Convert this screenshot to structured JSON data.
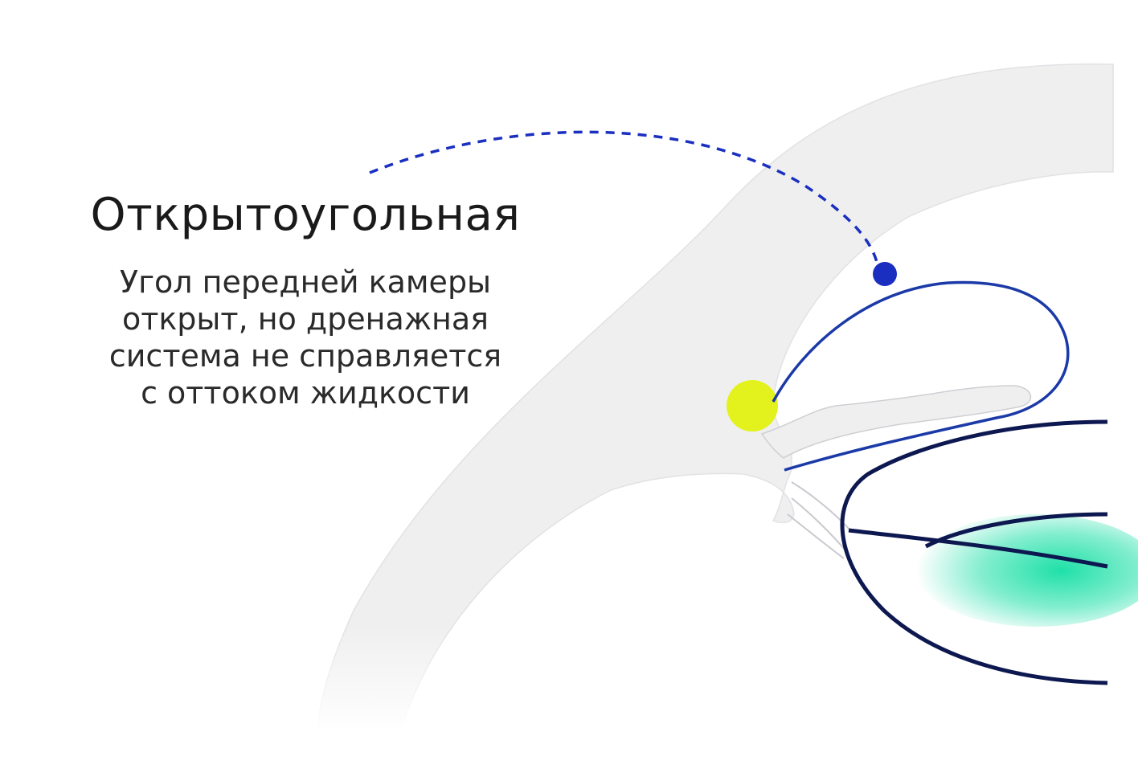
{
  "title": "Открытоугольная",
  "description_lines": [
    "Угол передней камеры",
    "открыт, но дренажная",
    "система не справляется",
    "с оттоком жидкости"
  ],
  "colors": {
    "tissue": "#efeff0",
    "tissue_outline": "#c9c9cf",
    "marker_blue": "#1a2fc0",
    "iris_line": "#1b3aa8",
    "lens_line": "#0d1850",
    "drainage_yellow": "#e3f21c",
    "lens_glow": "#1fe0a8",
    "text": "#1a1a1a"
  }
}
